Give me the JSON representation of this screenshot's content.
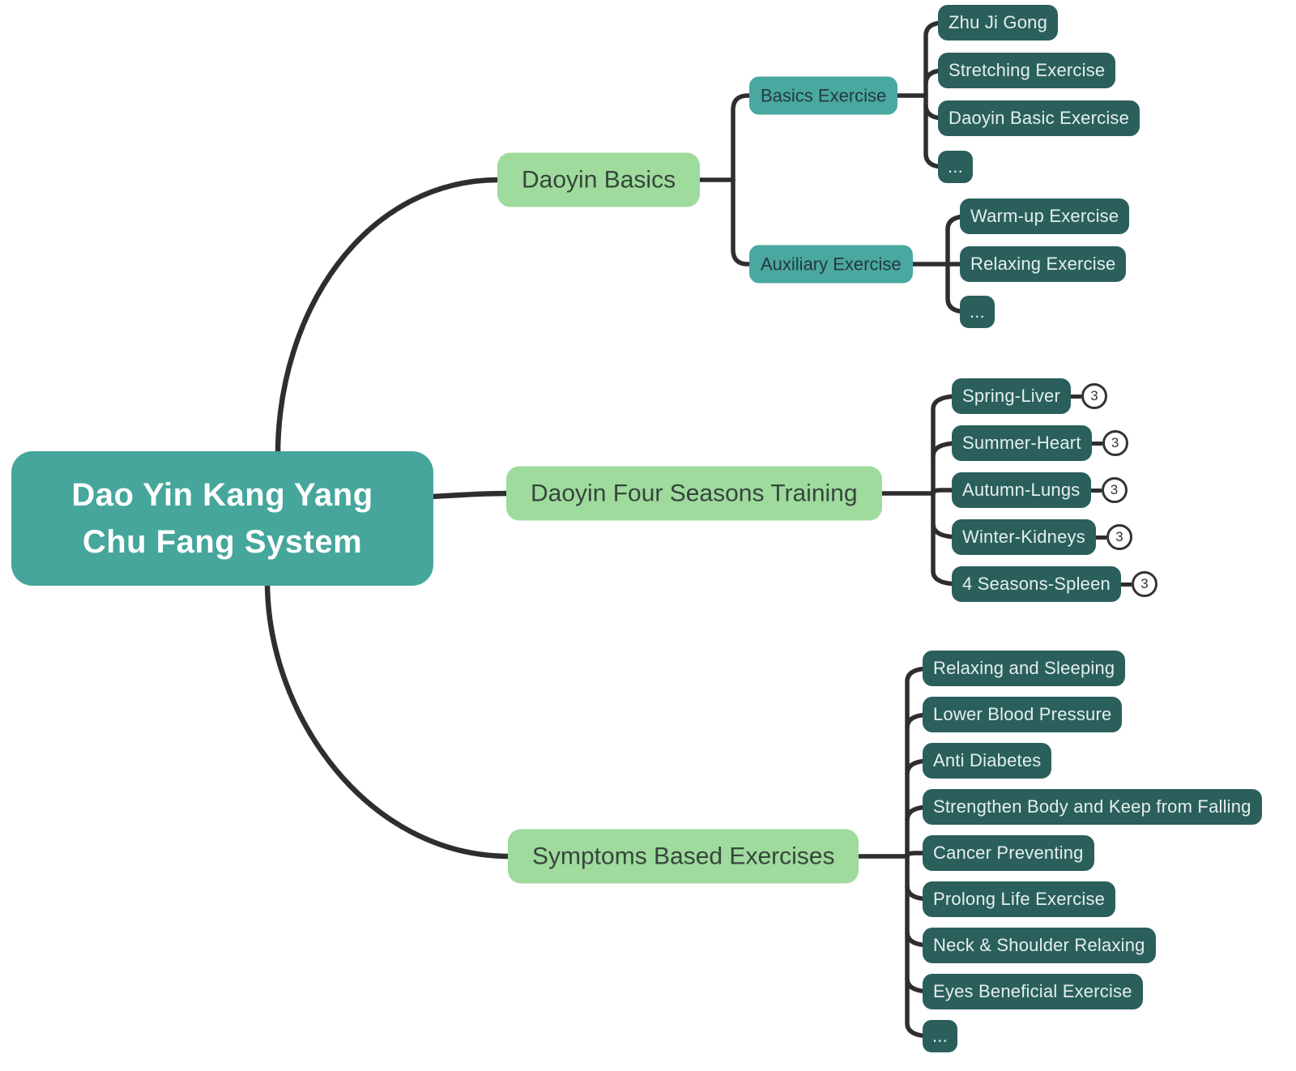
{
  "root": {
    "label": "Dao Yin Kang Yang\nChu Fang System"
  },
  "branches": [
    {
      "label": "Daoyin Basics",
      "children": [
        {
          "label": "Basics Exercise",
          "children": [
            {
              "label": "Zhu Ji Gong"
            },
            {
              "label": "Stretching Exercise"
            },
            {
              "label": "Daoyin Basic Exercise"
            },
            {
              "label": "..."
            }
          ]
        },
        {
          "label": "Auxiliary Exercise",
          "children": [
            {
              "label": "Warm-up Exercise"
            },
            {
              "label": "Relaxing Exercise"
            },
            {
              "label": "..."
            }
          ]
        }
      ]
    },
    {
      "label": "Daoyin Four Seasons Training",
      "children": [
        {
          "label": "Spring-Liver",
          "badge": "3"
        },
        {
          "label": "Summer-Heart",
          "badge": "3"
        },
        {
          "label": "Autumn-Lungs",
          "badge": "3"
        },
        {
          "label": "Winter-Kidneys",
          "badge": "3"
        },
        {
          "label": "4 Seasons-Spleen",
          "badge": "3"
        }
      ]
    },
    {
      "label": "Symptoms Based Exercises",
      "children": [
        {
          "label": "Relaxing and Sleeping"
        },
        {
          "label": "Lower Blood Pressure"
        },
        {
          "label": "Anti Diabetes"
        },
        {
          "label": "Strengthen Body and Keep from Falling"
        },
        {
          "label": "Cancer Preventing"
        },
        {
          "label": "Prolong Life Exercise"
        },
        {
          "label": "Neck & Shoulder Relaxing"
        },
        {
          "label": "Eyes Beneficial Exercise"
        },
        {
          "label": "..."
        }
      ]
    }
  ],
  "colors": {
    "root_fill": "#46a69c",
    "branch_fill": "#9edb9d",
    "subbranch_fill": "#49a8a0",
    "leaf_fill": "#2a5f5c",
    "leaf_text": "#e4efec",
    "connector": "#2e2e2e",
    "badge_fill": "#ffffff",
    "badge_border": "#333333"
  }
}
